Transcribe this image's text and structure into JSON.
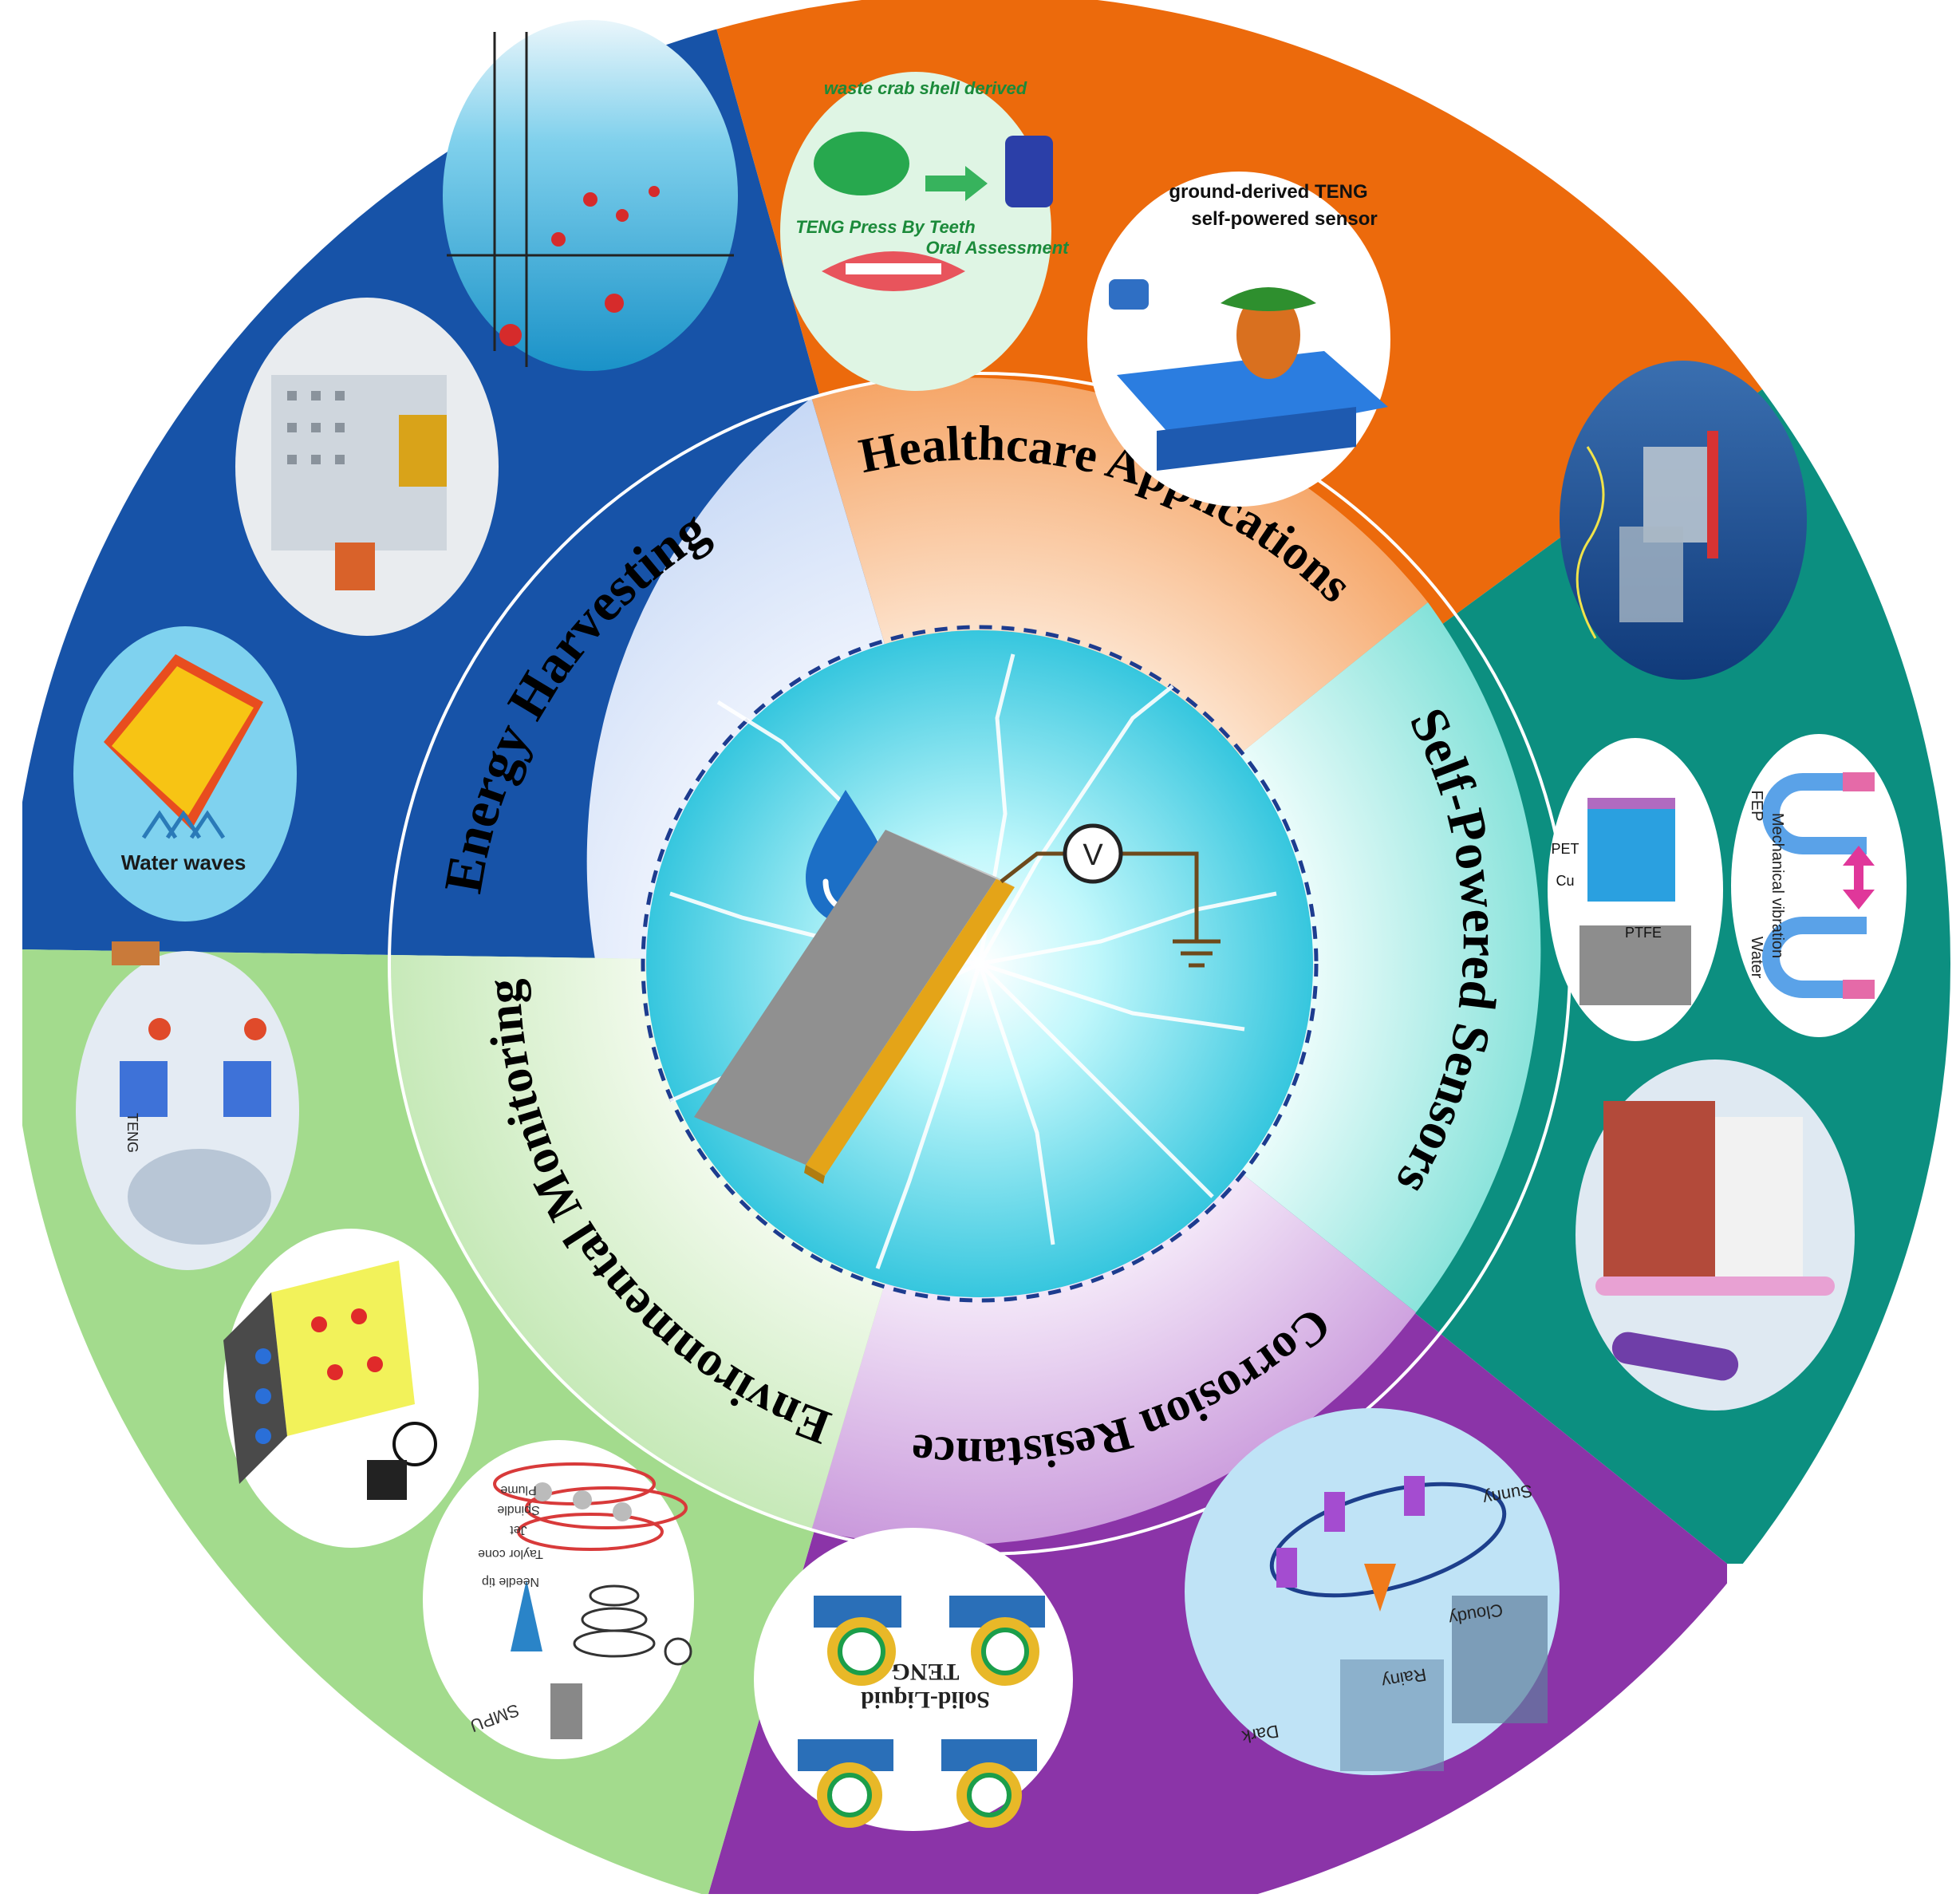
{
  "diagram": {
    "center_symbol": "V",
    "sectors": [
      {
        "id": "energy",
        "label": "Energy   Harvesting",
        "outer_color": "#1753a8",
        "inner_color": "#c4d6f4"
      },
      {
        "id": "healthcare",
        "label": "Healthcare Applications",
        "outer_color": "#ec6a0c",
        "inner_color": "#f6a866"
      },
      {
        "id": "sensors",
        "label": "Self-Powered   Sensors",
        "outer_color": "#0c8f80",
        "inner_color": "#a4ece6"
      },
      {
        "id": "corrosion",
        "label": "Corrosion Resistance",
        "outer_color": "#8b34a8",
        "inner_color": "#d9b4e6"
      },
      {
        "id": "environmental",
        "label": "Environmental Monitoring",
        "outer_color": "#9fd98a",
        "inner_color": "#d6f0c8"
      }
    ],
    "insets": {
      "energy_1": "Water waves",
      "healthcare_1a": "TENG Press By Teeth",
      "healthcare_1b": "Oral Assessment",
      "healthcare_1c": "waste crab shell derived",
      "healthcare_2a": "ground-derived TENG",
      "healthcare_2b": "self-powered sensor",
      "sensors_2a": "FEP",
      "sensors_2b": "Water",
      "sensors_2c": "Mechanical vibration",
      "sensors_3a": "PTFE",
      "sensors_3b": "Cu",
      "sensors_3c": "PET",
      "corrosion_1a": "Solid-Liquid",
      "corrosion_1b": "TENG",
      "corrosion_2a": "Sunny",
      "corrosion_2b": "Cloudy",
      "corrosion_2c": "Rainy",
      "corrosion_2d": "Dark",
      "env_1": "TENG",
      "env_3a": "Needle tip",
      "env_3b": "Taylor cone",
      "env_3c": "Jet",
      "env_3d": "Spindle",
      "env_3e": "Plume",
      "env_3f": "SMPU"
    }
  }
}
